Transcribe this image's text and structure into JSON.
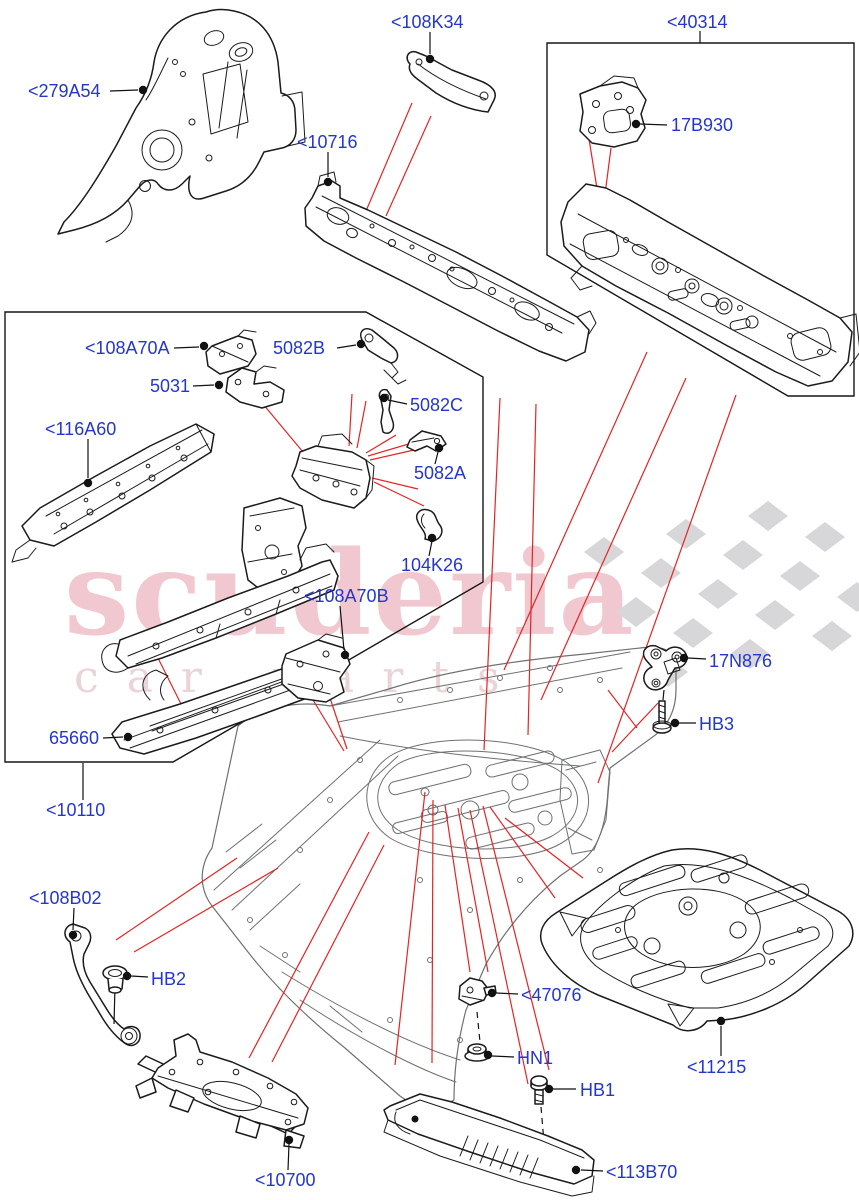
{
  "watermark": {
    "brand": "scuderia",
    "brand_sub": "car parts"
  },
  "colors": {
    "label_blue": "#2436cf",
    "leader_black": "#111111",
    "reference_red": "#e62323",
    "watermark_pink": "#f2c8d0",
    "flag_gray": "#d7d7d9",
    "part_stroke": "#1b1b1b",
    "floor_gray": "#6f7072",
    "background": "#ffffff"
  },
  "labels": {
    "l279A54": "<279A54",
    "l108K34": "<108K34",
    "l40314": "<40314",
    "l17B930": "17B930",
    "l10716": "<10716",
    "l108A70A": "<108A70A",
    "l5082B": "5082B",
    "l5031": "5031",
    "l5082C": "5082C",
    "l116A60": "<116A60",
    "l5082A": "5082A",
    "l104K26": "104K26",
    "l108A70B": "<108A70B",
    "l65660": "65660",
    "l10110": "<10110",
    "l17N876": "17N876",
    "lHB3": "HB3",
    "l108B02": "<108B02",
    "lHB2": "HB2",
    "l47076": "<47076",
    "lHN1": "HN1",
    "lHB1": "HB1",
    "l10700": "<10700",
    "l113B70": "<113B70",
    "l11215": "<11215"
  }
}
